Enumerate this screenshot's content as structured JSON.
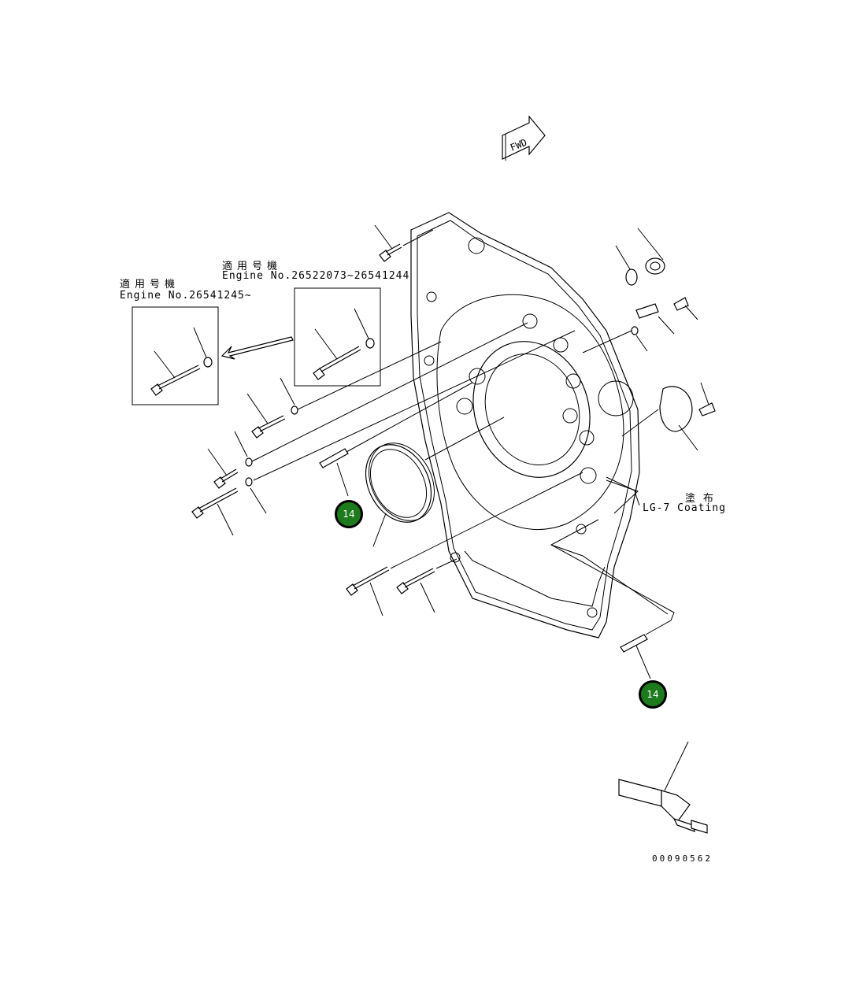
{
  "fwd_label": "FWD",
  "notes": {
    "left_jp": "適用号機",
    "left_en": "Engine No.26541245~",
    "mid_jp": "適用号機",
    "mid_en": "Engine No.26522073~26541244",
    "coating_jp": "塗 布",
    "coating_en": "LG-7 Coating"
  },
  "callouts": [
    {
      "number": "14"
    },
    {
      "number": "14"
    }
  ],
  "drawing_number": "00090562",
  "colors": {
    "callout_fill": "#1d7a1d",
    "line": "#000000"
  }
}
